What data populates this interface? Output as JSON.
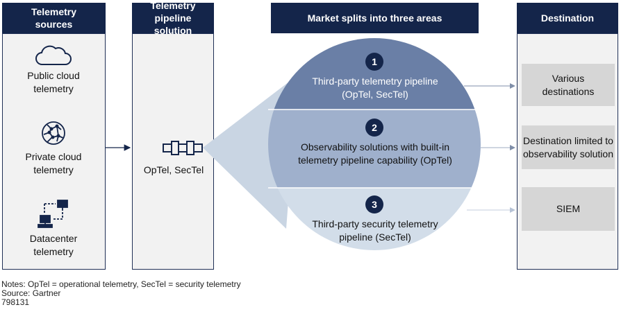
{
  "sources": {
    "header": "Telemetry sources",
    "items": [
      {
        "label": "Public cloud telemetry",
        "icon": "cloud-icon"
      },
      {
        "label": "Private cloud telemetry",
        "icon": "network-globe-icon"
      },
      {
        "label": "Datacenter telemetry",
        "icon": "server-network-icon"
      }
    ]
  },
  "pipeline": {
    "header": "Telemetry pipeline solution",
    "label": "OpTel, SecTel",
    "icon": "pipe-connector-icon"
  },
  "market": {
    "header": "Market splits into three areas",
    "areas": [
      {
        "number": "1",
        "text": "Third-party telemetry pipeline (OpTel, SecTel)"
      },
      {
        "number": "2",
        "text": "Observability solutions with built-in telemetry pipeline capability (OpTel)"
      },
      {
        "number": "3",
        "text": "Third-party security telemetry pipeline (SecTel)"
      }
    ]
  },
  "destination": {
    "header": "Destination",
    "items": [
      "Various destinations",
      "Destination limited to observability solution",
      "SIEM"
    ]
  },
  "notes": {
    "line1": "Notes: OpTel = operational telemetry, SecTel = security telemetry",
    "line2": "Source: Gartner",
    "line3": "798131"
  },
  "colors": {
    "navy": "#14254a",
    "band1": "#6a7fa6",
    "band2": "#9fb0cc",
    "band3": "#d2dde9",
    "funnel": "#c9d5e3"
  }
}
